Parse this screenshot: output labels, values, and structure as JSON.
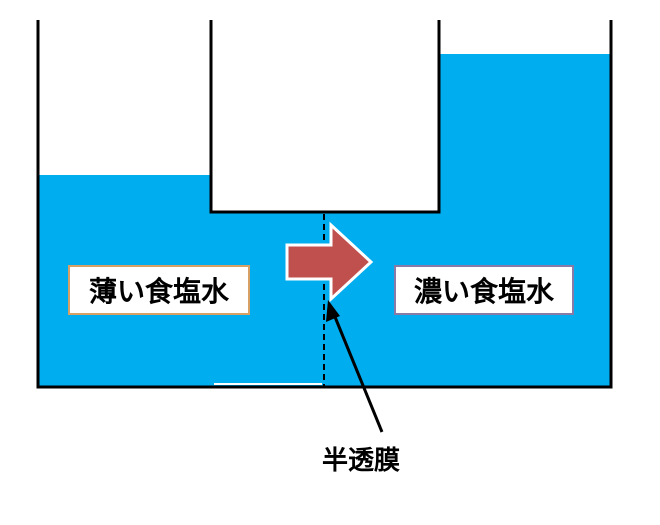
{
  "labels": {
    "dilute": "薄い食塩水",
    "concentrated": "濃い食塩水",
    "membrane": "半透膜"
  },
  "colors": {
    "water": "#00adef",
    "arrow_fill": "#c0504d",
    "arrow_stroke": "#ffffff",
    "container_line": "#000000",
    "membrane_line": "#000000",
    "dilute_box_border": "#d9a066",
    "concentrated_box_border": "#8a7aa8"
  },
  "icons": {
    "flow_arrow": "right-arrow-icon",
    "pointer_arrow": "pointer-arrow-icon"
  }
}
